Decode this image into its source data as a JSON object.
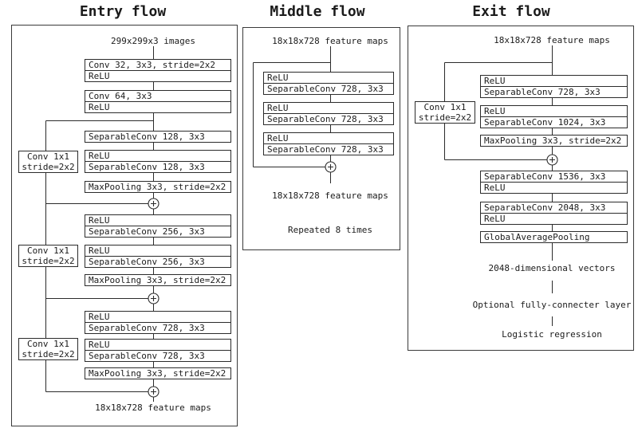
{
  "entry": {
    "title": "Entry flow",
    "input": "299x299x3 images",
    "output": "18x18x728 feature maps",
    "layers": [
      {
        "rows": [
          "Conv 32, 3x3, stride=2x2",
          "ReLU"
        ]
      },
      {
        "rows": [
          "Conv 64, 3x3",
          "ReLU"
        ]
      },
      {
        "rows": [
          "SeparableConv 128, 3x3"
        ]
      },
      {
        "rows": [
          "ReLU",
          "SeparableConv 128, 3x3"
        ]
      },
      {
        "rows": [
          "MaxPooling 3x3, stride=2x2"
        ]
      },
      {
        "rows": [
          "ReLU",
          "SeparableConv 256, 3x3"
        ]
      },
      {
        "rows": [
          "ReLU",
          "SeparableConv 256, 3x3"
        ]
      },
      {
        "rows": [
          "MaxPooling 3x3, stride=2x2"
        ]
      },
      {
        "rows": [
          "ReLU",
          "SeparableConv 728, 3x3"
        ]
      },
      {
        "rows": [
          "ReLU",
          "SeparableConv 728, 3x3"
        ]
      },
      {
        "rows": [
          "MaxPooling 3x3, stride=2x2"
        ]
      }
    ],
    "shortcuts": [
      {
        "rows": [
          "Conv 1x1",
          "stride=2x2"
        ]
      },
      {
        "rows": [
          "Conv 1x1",
          "stride=2x2"
        ]
      },
      {
        "rows": [
          "Conv 1x1",
          "stride=2x2"
        ]
      }
    ]
  },
  "middle": {
    "title": "Middle flow",
    "input": "18x18x728 feature maps",
    "layers": [
      {
        "rows": [
          "ReLU",
          "SeparableConv 728, 3x3"
        ]
      },
      {
        "rows": [
          "ReLU",
          "SeparableConv 728, 3x3"
        ]
      },
      {
        "rows": [
          "ReLU",
          "SeparableConv 728, 3x3"
        ]
      }
    ],
    "output": "18x18x728 feature maps",
    "note": "Repeated 8 times"
  },
  "exit": {
    "title": "Exit flow",
    "input": "18x18x728 feature maps",
    "layers": [
      {
        "rows": [
          "ReLU",
          "SeparableConv 728, 3x3"
        ]
      },
      {
        "rows": [
          "ReLU",
          "SeparableConv 1024, 3x3"
        ]
      },
      {
        "rows": [
          "MaxPooling 3x3, stride=2x2"
        ]
      },
      {
        "rows": [
          "SeparableConv 1536, 3x3",
          "ReLU"
        ]
      },
      {
        "rows": [
          "SeparableConv 2048, 3x3",
          "ReLU"
        ]
      },
      {
        "rows": [
          "GlobalAveragePooling"
        ]
      }
    ],
    "shortcut": {
      "rows": [
        "Conv 1x1",
        "stride=2x2"
      ]
    },
    "labels": [
      "2048-dimensional vectors",
      "Optional fully-connecter layer",
      "Logistic regression"
    ]
  },
  "colors": {
    "ink": "#1b1b1b",
    "line": "#2b2b2b",
    "panel_border": "#3a3a3a",
    "background": "#ffffff"
  }
}
